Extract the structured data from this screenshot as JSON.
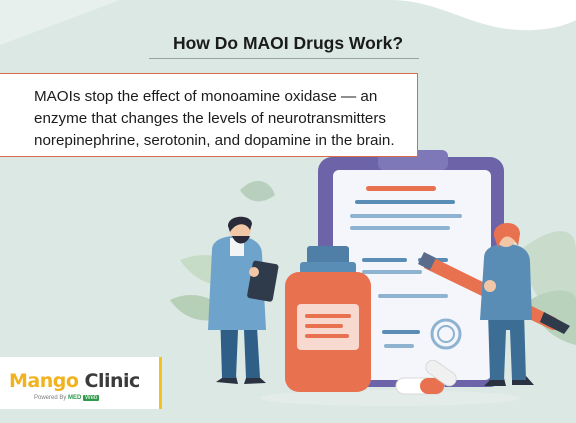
{
  "title": "How Do MAOI Drugs Work?",
  "description": "MAOIs stop the effect of monoamine oxidase — an enzyme that changes the levels of neurotransmitters norepinephrine, serotonin, and dopamine in the brain.",
  "logo": {
    "brand_first": "Mango",
    "brand_second": "Clinic",
    "powered_prefix": "Powered By",
    "powered_brand": "MED",
    "powered_tag": "Web"
  },
  "colors": {
    "background_blob": "#dbe8e3",
    "accent_orange": "#e8714f",
    "clipboard_purple": "#6d63a8",
    "doctor_blue": "#5a8db6",
    "logo_yellow": "#f2c21d",
    "logo_green": "#2f9a4a"
  },
  "icons": [
    "pill-bottle-icon",
    "clipboard-icon",
    "pencil-icon",
    "capsule-icon",
    "leaf-icon"
  ]
}
